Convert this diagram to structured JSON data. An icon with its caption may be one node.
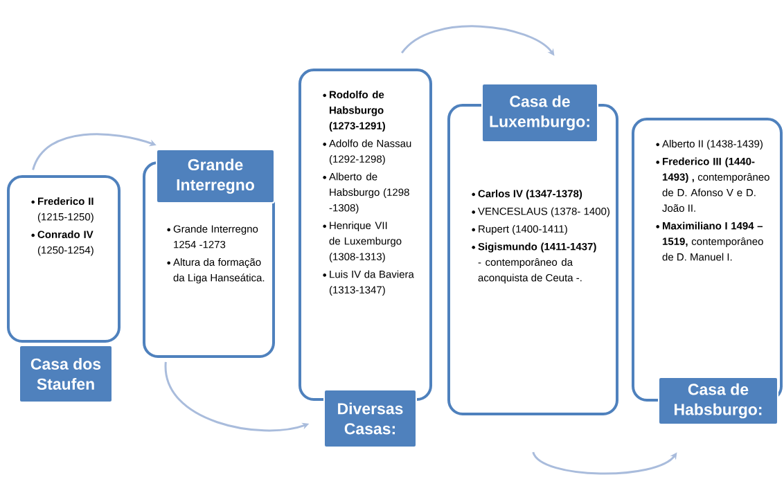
{
  "diagram": {
    "nodes": [
      {
        "text": [
          "**Frederico II** (1215-1250)",
          "**Conrado IV** (1250-1254)"
        ]
      },
      {
        "text": [
          "Casa dos Staufen"
        ]
      },
      {
        "text": [
          "Grande Interregno 1254 -1273",
          "Altura da formação da Liga Hanseática."
        ]
      },
      {
        "text": [
          "Grande Interregno"
        ]
      },
      {
        "text": [
          "**Rodolfo de Habsburgo (1273-1291)**",
          "Adolfo de Nassau (1292-1298)",
          "Alberto de Habsburgo (1298 -1308)",
          "Henrique VII de Luxemburgo (1308-1313)",
          "Luis IV da Baviera (1313-1347)"
        ]
      },
      {
        "text": [
          "Diversas Casas:"
        ]
      },
      {
        "text": [
          "**Carlos IV (1347-1378)**",
          "VENCESLAUS (1378- 1400)",
          "Rupert (1400-1411)",
          "**Sigismundo (1411-1437)** - contemporâneo da aconquista de Ceuta -."
        ]
      },
      {
        "text": [
          "Casa de Luxemburgo:"
        ]
      },
      {
        "text": [
          "Alberto II (1438-1439)",
          "**Frederico III (1440-1493) ,** contemporâneo de D. Afonso V e D. João II.",
          "**Maximiliano I 1494 – 1519,** contemporâneo de D. Manuel I."
        ]
      },
      {
        "text": [
          "Casa de Habsburgo:"
        ]
      }
    ],
    "edges": [
      {
        "from": 0,
        "to": 3,
        "arrow": "to"
      },
      {
        "from": 2,
        "to": 5,
        "arrow": "to"
      },
      {
        "from": 4,
        "to": 7,
        "arrow": "to"
      },
      {
        "from": 6,
        "to": 9,
        "arrow": "to"
      }
    ]
  }
}
